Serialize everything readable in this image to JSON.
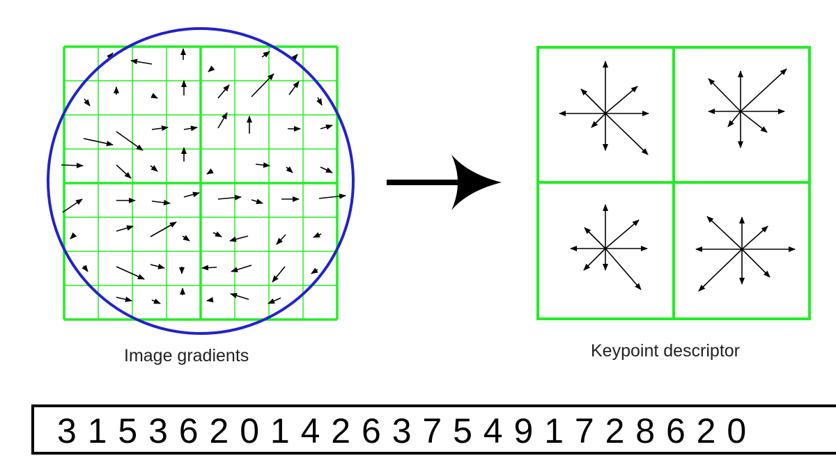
{
  "captions": {
    "left": "Image gradients",
    "right": "Keypoint descriptor"
  },
  "descriptor_vector": "3 1 5 3 6 2 0 1 4 2 6 3 7 5 4 9 1 7 2 8 6 2 0",
  "colors": {
    "grid": "#22ee22",
    "circle": "#2222cc",
    "arrow": "#000000"
  }
}
